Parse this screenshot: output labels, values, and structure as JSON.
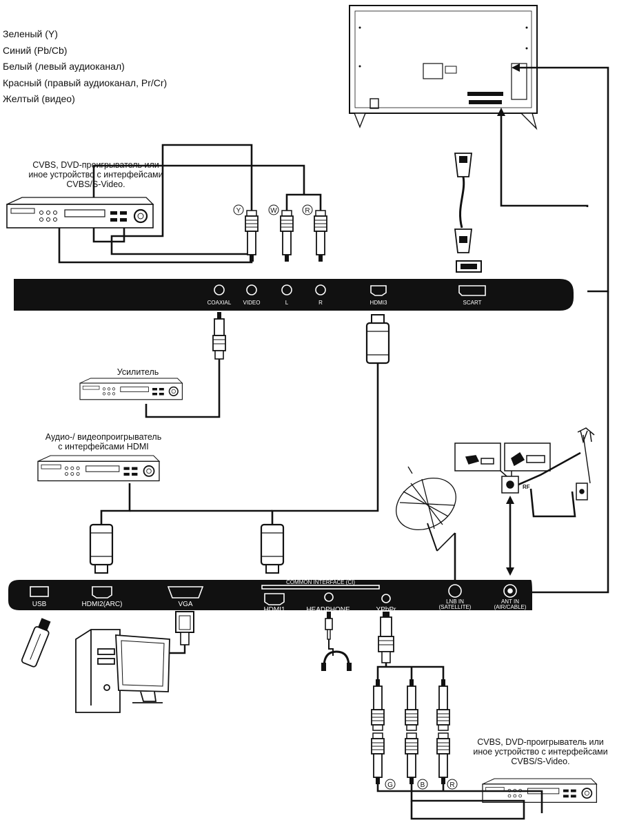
{
  "legend": {
    "items": [
      "Зеленый (Y)",
      "Синий (Pb/Cb)",
      "Белый (левый аудиоканал)",
      "Красный (правый аудиоканал, Pr/Cr)",
      "Желтый (видео)"
    ]
  },
  "devices": {
    "dvd_top": [
      "CVBS, DVD-проигрыватель или",
      "иное устройство с интерфейсами",
      "CVBS/S-Video."
    ],
    "amplifier": "Усилитель",
    "hdmi_player": [
      "Аудио-/ видеопроигрыватель",
      "с интерфейсами HDMI"
    ],
    "dvd_bottom": [
      "CVBS, DVD-проигрыватель или",
      "иное устройство с интерфейсами",
      "CVBS/S-Video."
    ]
  },
  "top_panel": {
    "coaxial": "COAXIAL",
    "video": "VIDEO",
    "l": "L",
    "r": "R",
    "hdmi3": "HDMI3",
    "scart": "SCART"
  },
  "bottom_panel": {
    "usb": "USB",
    "hdmi2": "HDMI2(ARC)",
    "vga": "VGA",
    "common_interface": "COMMON INTERFACE (CI)",
    "hdmi1": "HDMI1",
    "headphone": "HEADPHONE",
    "ypbpr": "YPbPr",
    "lnb_in_1": "LNB IN",
    "lnb_in_2": "(SATELLITE)",
    "ant_in_1": "ANT IN",
    "ant_in_2": "(AIR/CABLE)"
  },
  "plug_letters": {
    "y": "Y",
    "w": "W",
    "r": "R",
    "g": "G",
    "b": "B",
    "r2": "R"
  },
  "rf": "RF"
}
